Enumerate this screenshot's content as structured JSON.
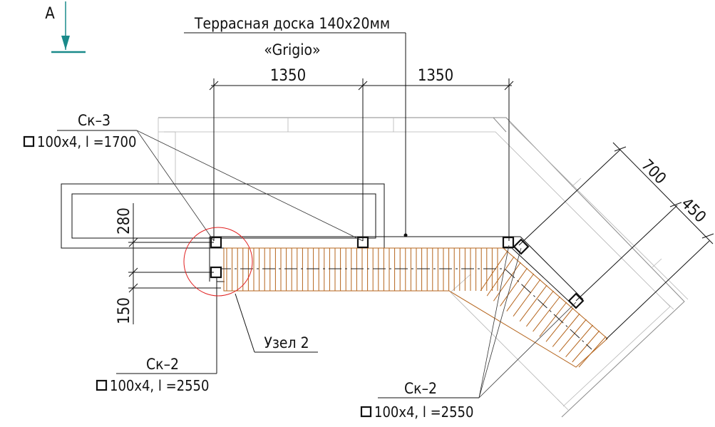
{
  "view_marker": {
    "label": "A"
  },
  "board_note": {
    "line1": "Террасная доска 140x20мм",
    "line2": "«Grigio»"
  },
  "dimensions": {
    "span_left": "1350",
    "span_right": "1350",
    "angled_outer": "700",
    "angled_inner": "450",
    "vertical_upper": "280",
    "vertical_lower": "150"
  },
  "callout_sk3": {
    "mark": "Ск–3",
    "spec": "100x4, l =1700"
  },
  "callout_sk2_left": {
    "mark": "Ск–2",
    "spec": "100x4, l =2550"
  },
  "callout_sk2_right": {
    "mark": "Ск–2",
    "spec": "100x4, l =2550"
  },
  "node_label": "Узел 2",
  "colors": {
    "decking": "#b5651d",
    "view_arrow": "#1a8a8a",
    "detail_circle": "#e02020"
  }
}
